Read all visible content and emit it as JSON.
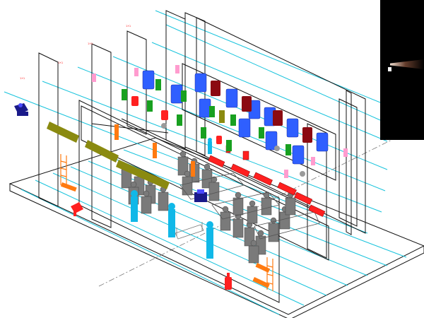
{
  "scene": {
    "background": "#ffffff",
    "line_color": "#111111",
    "rail_color": "#17c3dc",
    "seat_color": "#ff2020",
    "audience_color": "#7a7a7a",
    "standing_color": "#10b8e8",
    "trash_bin_color": "#2f5fff",
    "red_bin_color": "#8b0a12",
    "pink_prop_color": "#ff9ccf",
    "green_prop_color": "#18a020",
    "olive_prop_color": "#8a8a10",
    "orange_prop_color": "#ff7a10",
    "navy_prop_color": "#1a1a8a"
  },
  "panel_labels": [
    "ı×ı",
    "ı×ı",
    "ı×ı",
    "ı×ı"
  ],
  "icons": {
    "projector": "projector-icon",
    "fire_extinguisher": "fire-extinguisher-icon",
    "ladder": "ladder-icon",
    "trash_bin": "trash-bin-icon",
    "theater_seat": "theater-seat-icon",
    "person": "person-icon",
    "light_beam": "light-beam-icon"
  },
  "inset": {
    "background": "#000000",
    "beam_color": "#c08060"
  }
}
